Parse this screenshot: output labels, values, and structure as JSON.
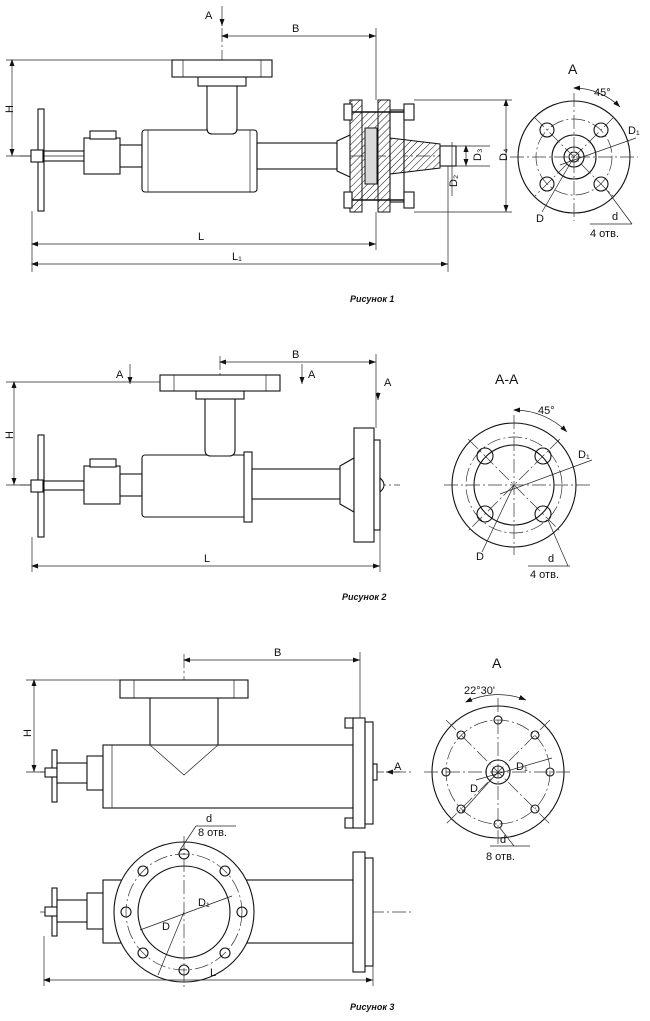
{
  "figures": [
    {
      "caption": "Рисунок 1",
      "labels": {
        "A": "A",
        "B": "B",
        "H": "H",
        "L": "L",
        "L1": "L₁",
        "D2": "D₂",
        "D3": "D₃",
        "D4": "D₄",
        "D": "D",
        "D1": "D₁",
        "d": "d",
        "angle": "45°",
        "holes": "4 отв."
      }
    },
    {
      "caption": "Рисунок 2",
      "labels": {
        "A": "A",
        "B": "B",
        "H": "H",
        "L": "L",
        "section": "A-A",
        "D": "D",
        "D1": "D₁",
        "d": "d",
        "angle": "45°",
        "holes": "4 отв."
      }
    },
    {
      "caption": "Рисунок 3",
      "labels": {
        "A": "A",
        "B": "B",
        "H": "H",
        "L": "L",
        "D": "D",
        "D1": "D₁",
        "d": "d",
        "angle": "22°30'",
        "holes": "8 отв."
      }
    }
  ]
}
